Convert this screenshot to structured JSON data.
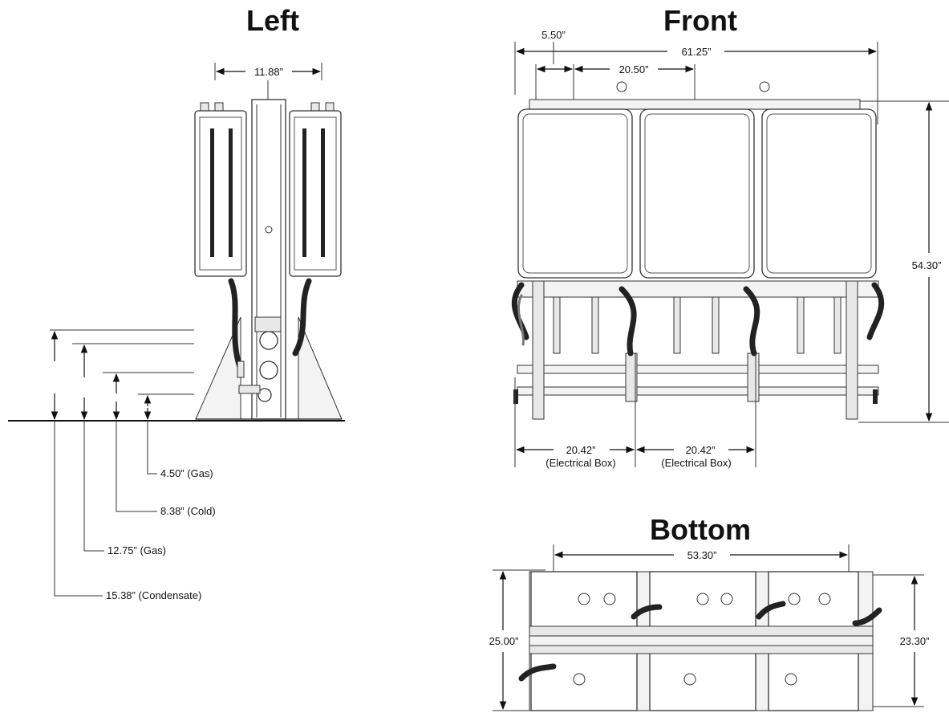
{
  "views": {
    "left": {
      "title": "Left",
      "width_label": "11.88”",
      "heights": [
        {
          "value": "4.50”",
          "note": "(Gas)"
        },
        {
          "value": "8.38”",
          "note": "(Cold)"
        },
        {
          "value": "12.75”",
          "note": "(Gas)"
        },
        {
          "value": "15.38”",
          "note": "(Condensate)"
        }
      ]
    },
    "front": {
      "title": "Front",
      "overall_width": "61.25”",
      "offset": "5.50”",
      "spacing": "20.50”",
      "height": "54.30”",
      "electrical": [
        {
          "value": "20.42”",
          "note": "(Electrical Box)"
        },
        {
          "value": "20.42”",
          "note": "(Electrical Box)"
        }
      ]
    },
    "bottom": {
      "title": "Bottom",
      "width": "53.30”",
      "depth_left": "25.00”",
      "depth_right": "23.30”"
    }
  }
}
